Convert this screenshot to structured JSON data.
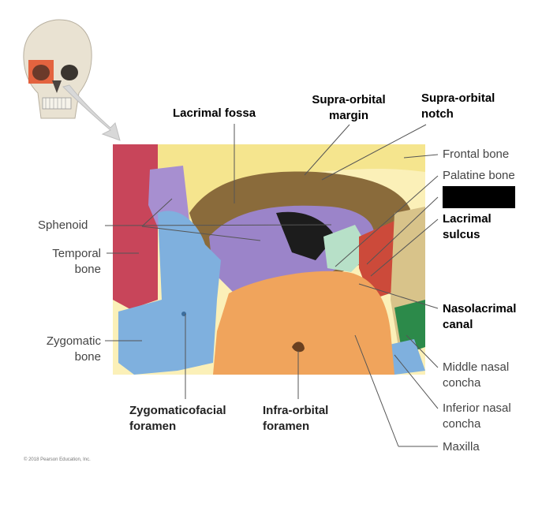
{
  "labels": {
    "lacrimal_fossa": "Lacrimal fossa",
    "supraorbital_margin_1": "Supra-orbital",
    "supraorbital_margin_2": "margin",
    "supraorbital_notch_1": "Supra-orbital",
    "supraorbital_notch_2": "notch",
    "frontal_bone": "Frontal bone",
    "palatine_bone": "Palatine bone",
    "lacrimal_sulcus_1": "Lacrimal",
    "lacrimal_sulcus_2": "sulcus",
    "sphenoid": "Sphenoid",
    "temporal_bone_1": "Temporal",
    "temporal_bone_2": "bone",
    "nasolacrimal_canal_1": "Nasolacrimal",
    "nasolacrimal_canal_2": "canal",
    "zygomatic_bone_1": "Zygomatic",
    "zygomatic_bone_2": "bone",
    "middle_nasal_concha_1": "Middle nasal",
    "middle_nasal_concha_2": "concha",
    "zygomaticofacial_foramen_1": "Zygomaticofacial",
    "zygomaticofacial_foramen_2": "foramen",
    "infraorbital_foramen_1": "Infra-orbital",
    "infraorbital_foramen_2": "foramen",
    "inferior_nasal_concha_1": "Inferior nasal",
    "inferior_nasal_concha_2": "concha",
    "maxilla": "Maxilla"
  },
  "copyright": "© 2018 Pearson Education, Inc.",
  "colors": {
    "frontal": "#f5e79a",
    "sphenoid": "#9b84c9",
    "temporal": "#c8455a",
    "zygomatic": "#7fb0de",
    "maxilla": "#f0a45c",
    "palatine": "#b7e0c8",
    "lacrimal": "#cc4a3a",
    "ethmoid": "#2c8a4a",
    "orbit_dark": "#1c1c1c",
    "redaction": "#000000"
  }
}
